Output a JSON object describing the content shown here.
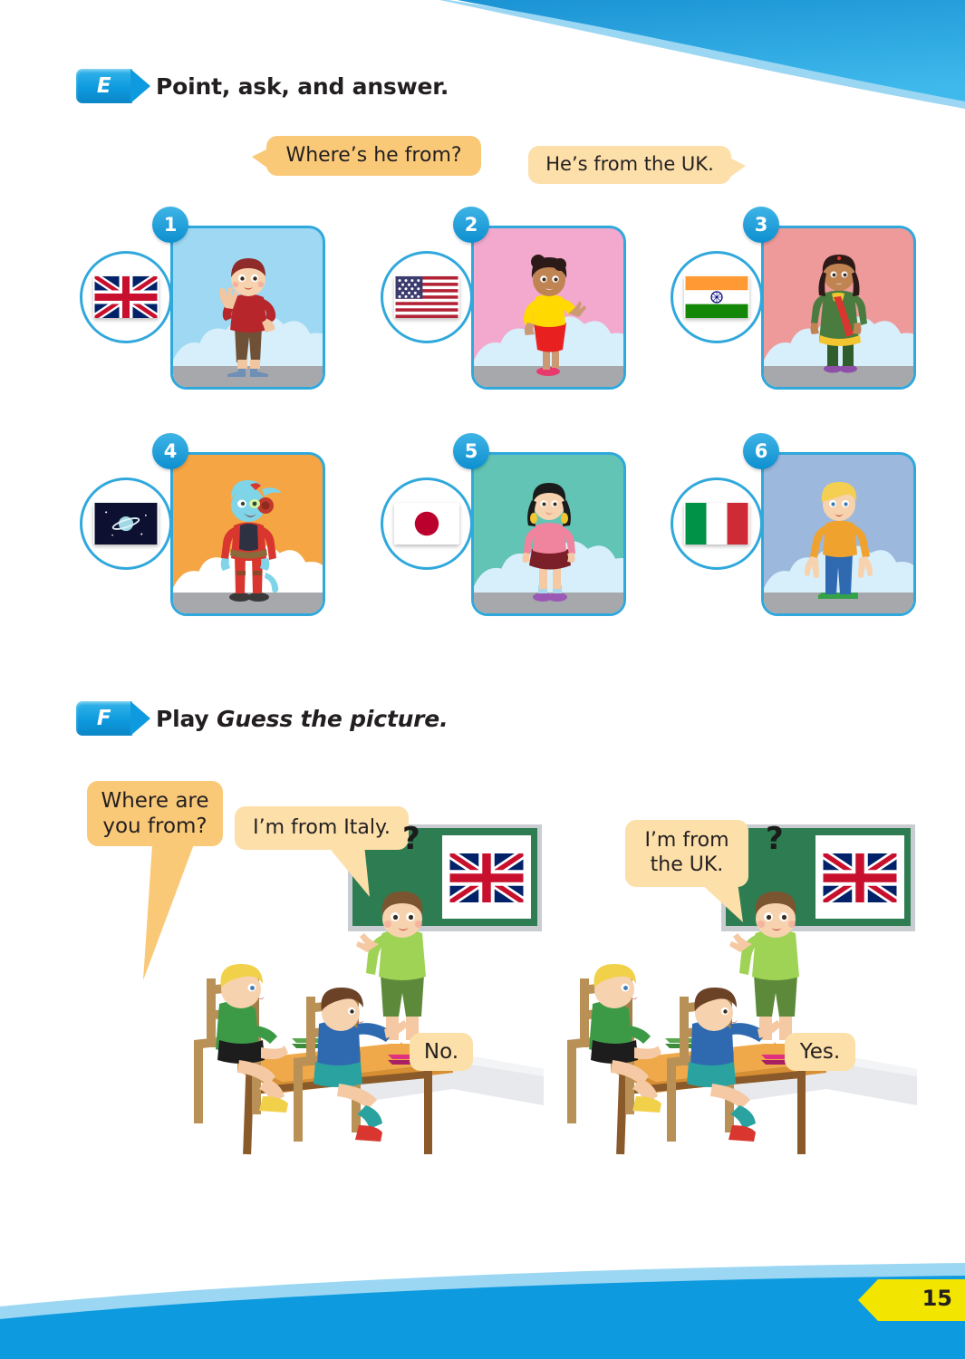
{
  "page": {
    "number": "15",
    "accent_blue": "#0d9ade",
    "accent_blue_light": "#7fd0f0",
    "card_border": "#30a8dc",
    "bubble_fill": "#fcdfa9",
    "bubble_fill_dark": "#f9c978",
    "page_tag_fill": "#f2e500"
  },
  "sections": [
    {
      "letter": "E",
      "title_plain": "Point, ask, and answer.",
      "title_italic": ""
    },
    {
      "letter": "F",
      "title_plain": "Play ",
      "title_italic": "Guess the picture."
    }
  ],
  "exercise_e": {
    "model_question": "Where’s he from?",
    "model_answer": "He’s from the UK.",
    "items": [
      {
        "number": "1",
        "flag": "uk-flag",
        "flag_label": "United Kingdom flag",
        "character": "boy-waving",
        "character_label": "Boy waving in red t-shirt and brown shorts",
        "bg_color": "#9ed8f2",
        "shirt_color": "#b7262b",
        "hair_color": "#8f2b2b"
      },
      {
        "number": "2",
        "flag": "usa-flag",
        "flag_label": "United States flag",
        "character": "girl-pointing",
        "character_label": "Girl pointing in yellow top and red skirt",
        "bg_color": "#f3a8cd",
        "shirt_color": "#ffd900",
        "hair_color": "#2b1a17"
      },
      {
        "number": "3",
        "flag": "india-flag",
        "flag_label": "India flag",
        "character": "girl-salwar",
        "character_label": "Girl in green salwar kameez with red dupatta",
        "bg_color": "#ef9a9a",
        "shirt_color": "#4a7c3f",
        "hair_color": "#2b1a17"
      },
      {
        "number": "4",
        "flag": "planet-flag",
        "flag_label": "Planet flag",
        "character": "alien-boy",
        "character_label": "Blue alien in red spacesuit",
        "bg_color": "#f5a544",
        "shirt_color": "#d8362e",
        "hair_color": "#7fd4e8"
      },
      {
        "number": "5",
        "flag": "japan-flag",
        "flag_label": "Japan flag",
        "character": "girl-pigtails",
        "character_label": "Girl with pigtails in pink top and dark red skirt",
        "bg_color": "#62c4b4",
        "shirt_color": "#f0849f",
        "hair_color": "#1b1b1b"
      },
      {
        "number": "6",
        "flag": "italy-flag",
        "flag_label": "Italy flag",
        "character": "boy-shrug",
        "character_label": "Blond boy in orange t-shirt and blue jeans",
        "bg_color": "#9db8dd",
        "shirt_color": "#f0a22e",
        "hair_color": "#f4cf52"
      }
    ]
  },
  "exercise_f": {
    "scenes": [
      {
        "id": "scene-left",
        "question_bubble": "Where are\nyou from?",
        "answer_bubble": "I’m from Italy.",
        "reply_bubble": "No.",
        "board_flag": "uk-flag",
        "board_flag_label": "United Kingdom flag on the board",
        "question_mark": "?"
      },
      {
        "id": "scene-right",
        "question_bubble": "",
        "answer_bubble": "I’m from\nthe UK.",
        "reply_bubble": "Yes.",
        "board_flag": "uk-flag",
        "board_flag_label": "United Kingdom flag on the board",
        "question_mark": "?"
      }
    ]
  }
}
